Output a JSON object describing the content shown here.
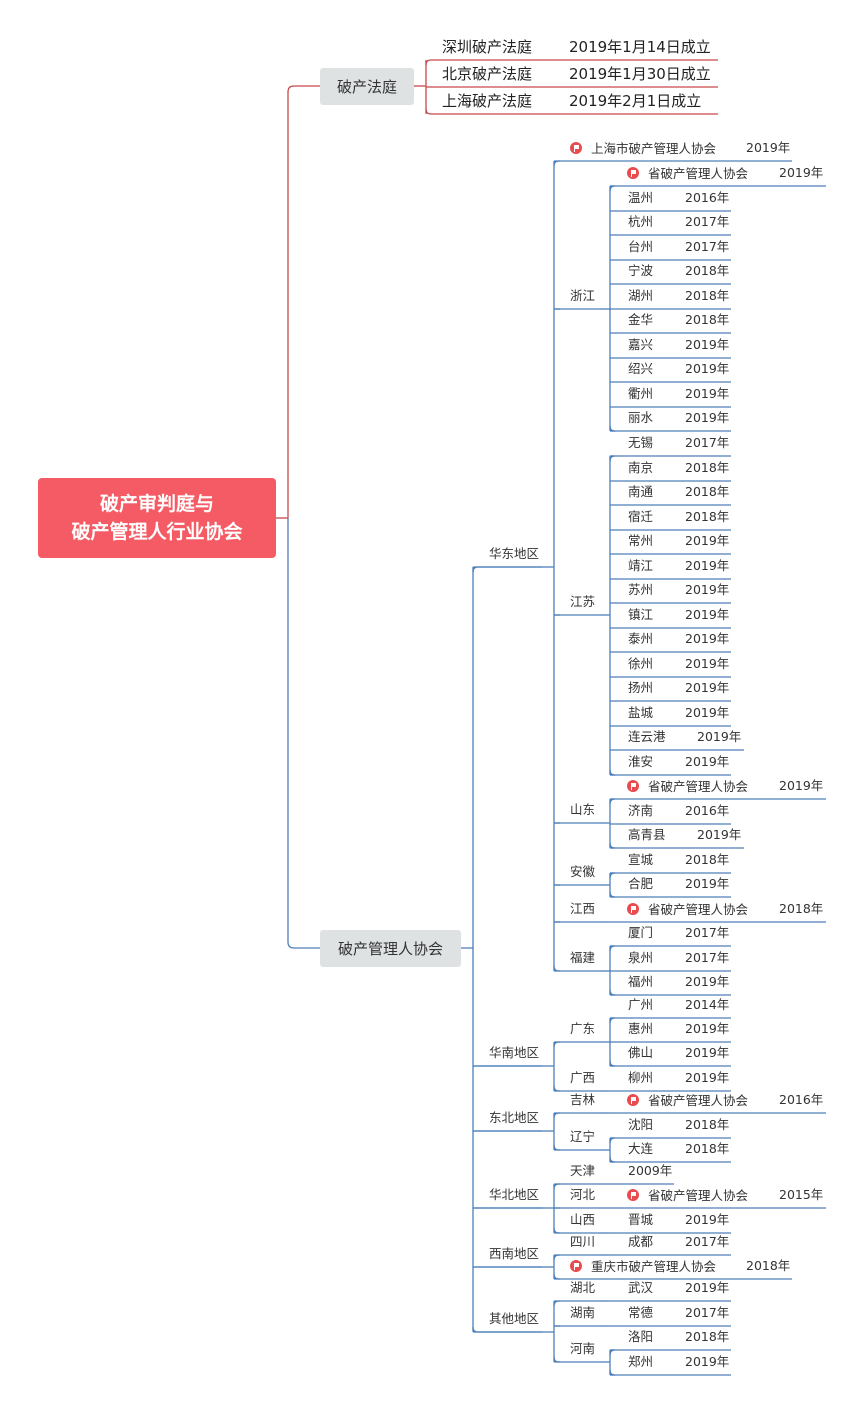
{
  "root": {
    "line1": "破产审判庭与",
    "line2": "破产管理人行业协会"
  },
  "colors": {
    "root": "#f45b64",
    "court_line": "#c9494b",
    "assoc_line": "#4d7fb8",
    "branch_bg": "#dfe2e3",
    "flag": "#e84c4f"
  },
  "court_branch": {
    "label": "破产法庭",
    "items": [
      {
        "name": "深圳破产法庭",
        "date": "2019年1月14日成立"
      },
      {
        "name": "北京破产法庭",
        "date": "2019年1月30日成立"
      },
      {
        "name": "上海破产法庭",
        "date": "2019年2月1日成立"
      }
    ]
  },
  "assoc_branch": {
    "label": "破产管理人协会",
    "regions": {
      "huadong": "华东地区",
      "huanan": "华南地区",
      "dongbei": "东北地区",
      "huabei": "华北地区",
      "xinan": "西南地区",
      "qita": "其他地区"
    },
    "provinces": {
      "zhejiang": "浙江",
      "jiangsu": "江苏",
      "shandong": "山东",
      "anhui": "安徽",
      "jiangxi": "江西",
      "fujian": "福建",
      "guangdong": "广东",
      "guangxi": "广西",
      "jilin": "吉林",
      "liaoning": "辽宁",
      "tianjin": "天津",
      "hebei": "河北",
      "shanxi": "山西",
      "sichuan": "四川",
      "hubei": "湖北",
      "hunan": "湖南",
      "henan": "河南"
    },
    "shanghai_assoc": {
      "name": "上海市破产管理人协会",
      "year": "2019年"
    },
    "chongqing_assoc": {
      "name": "重庆市破产管理人协会",
      "year": "2018年"
    },
    "tianjin_year": "2009年",
    "provincial_assoc_label": "省破产管理人协会",
    "zhejiang": [
      {
        "name": "省破产管理人协会",
        "year": "2019年",
        "flag": true
      },
      {
        "name": "温州",
        "year": "2016年"
      },
      {
        "name": "杭州",
        "year": "2017年"
      },
      {
        "name": "台州",
        "year": "2017年"
      },
      {
        "name": "宁波",
        "year": "2018年"
      },
      {
        "name": "湖州",
        "year": "2018年"
      },
      {
        "name": "金华",
        "year": "2018年"
      },
      {
        "name": "嘉兴",
        "year": "2019年"
      },
      {
        "name": "绍兴",
        "year": "2019年"
      },
      {
        "name": "衢州",
        "year": "2019年"
      },
      {
        "name": "丽水",
        "year": "2019年"
      }
    ],
    "jiangsu": [
      {
        "name": "无锡",
        "year": "2017年"
      },
      {
        "name": "南京",
        "year": "2018年"
      },
      {
        "name": "南通",
        "year": "2018年"
      },
      {
        "name": "宿迁",
        "year": "2018年"
      },
      {
        "name": "常州",
        "year": "2019年"
      },
      {
        "name": "靖江",
        "year": "2019年"
      },
      {
        "name": "苏州",
        "year": "2019年"
      },
      {
        "name": "镇江",
        "year": "2019年"
      },
      {
        "name": "泰州",
        "year": "2019年"
      },
      {
        "name": "徐州",
        "year": "2019年"
      },
      {
        "name": "扬州",
        "year": "2019年"
      },
      {
        "name": "盐城",
        "year": "2019年"
      },
      {
        "name": "连云港",
        "year": "2019年"
      },
      {
        "name": "淮安",
        "year": "2019年"
      }
    ],
    "shandong": [
      {
        "name": "省破产管理人协会",
        "year": "2019年",
        "flag": true
      },
      {
        "name": "济南",
        "year": "2016年"
      },
      {
        "name": "高青县",
        "year": "2019年"
      }
    ],
    "anhui": [
      {
        "name": "宣城",
        "year": "2018年"
      },
      {
        "name": "合肥",
        "year": "2019年"
      }
    ],
    "jiangxi": [
      {
        "name": "省破产管理人协会",
        "year": "2018年",
        "flag": true
      }
    ],
    "fujian": [
      {
        "name": "厦门",
        "year": "2017年"
      },
      {
        "name": "泉州",
        "year": "2017年"
      },
      {
        "name": "福州",
        "year": "2019年"
      }
    ],
    "guangdong": [
      {
        "name": "广州",
        "year": "2014年"
      },
      {
        "name": "惠州",
        "year": "2019年"
      },
      {
        "name": "佛山",
        "year": "2019年"
      }
    ],
    "guangxi": [
      {
        "name": "柳州",
        "year": "2019年"
      }
    ],
    "jilin": [
      {
        "name": "省破产管理人协会",
        "year": "2016年",
        "flag": true
      }
    ],
    "liaoning": [
      {
        "name": "沈阳",
        "year": "2018年"
      },
      {
        "name": "大连",
        "year": "2018年"
      }
    ],
    "hebei": [
      {
        "name": "省破产管理人协会",
        "year": "2015年",
        "flag": true
      }
    ],
    "shanxi": [
      {
        "name": "晋城",
        "year": "2019年"
      }
    ],
    "sichuan": [
      {
        "name": "成都",
        "year": "2017年"
      }
    ],
    "hubei": [
      {
        "name": "武汉",
        "year": "2019年"
      }
    ],
    "hunan": [
      {
        "name": "常德",
        "year": "2017年"
      }
    ],
    "henan": [
      {
        "name": "洛阳",
        "year": "2018年"
      },
      {
        "name": "郑州",
        "year": "2019年"
      }
    ]
  }
}
